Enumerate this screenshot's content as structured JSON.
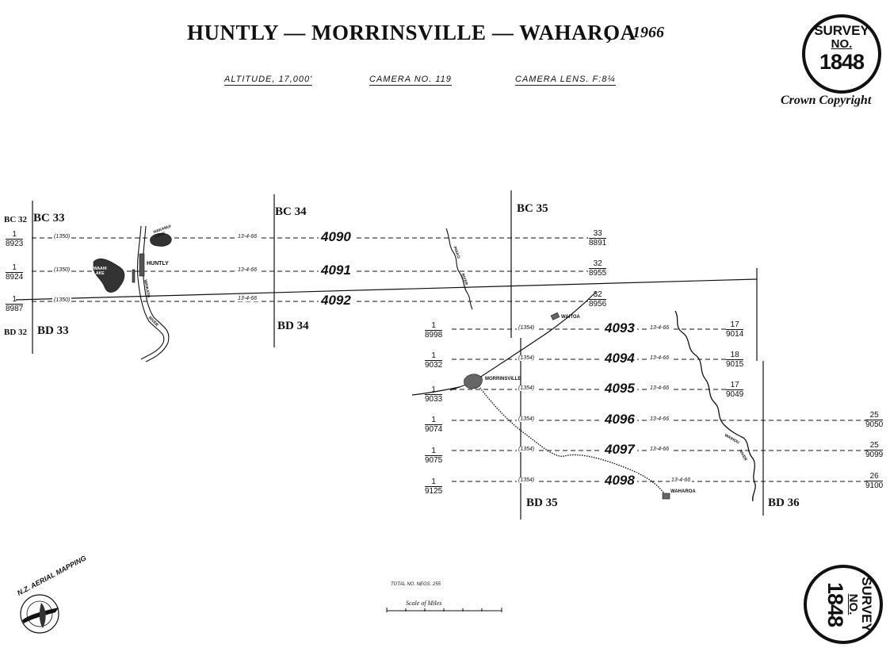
{
  "header": {
    "title": "HUNTLY — MORRINSVILLE — WAHAROA",
    "year_sep": ",",
    "year": "1966",
    "altitude": "ALTITUDE, 17,000'",
    "camera_no": "CAMERA NO. 119",
    "camera_lens": "CAMERA LENS. F:8¼",
    "copyright": "Crown Copyright"
  },
  "stamps": {
    "survey_word": "SURVEY",
    "no_word": "NO.",
    "number": "1848"
  },
  "sheets": [
    "BC 32",
    "BC 33",
    "BC 34",
    "BC 35",
    "BD 32",
    "BD 33",
    "BD 34",
    "BD 35",
    "BD 36"
  ],
  "runs": [
    {
      "run": "4090",
      "date": "13-4-66",
      "code": "(1350)",
      "start_num": "1",
      "start_den": "8923",
      "end_num": "33",
      "end_den": "8891"
    },
    {
      "run": "4091",
      "date": "13-4-66",
      "code": "(1350)",
      "start_num": "1",
      "start_den": "8924",
      "end_num": "32",
      "end_den": "8955"
    },
    {
      "run": "4092",
      "date": "13-4-66",
      "code": "(1350)",
      "start_num": "1",
      "start_den": "8987",
      "end_num": "32",
      "end_den": "8956"
    },
    {
      "run": "4093",
      "date": "13-4-66",
      "code": "(1354)",
      "start_num": "1",
      "start_den": "8998",
      "end_num": "17",
      "end_den": "9014"
    },
    {
      "run": "4094",
      "date": "13-4-66",
      "code": "(1354)",
      "start_num": "1",
      "start_den": "9032",
      "end_num": "18",
      "end_den": "9015"
    },
    {
      "run": "4095",
      "date": "13-4-66",
      "code": "(1354)",
      "start_num": "1",
      "start_den": "9033",
      "end_num": "17",
      "end_den": "9049"
    },
    {
      "run": "4096",
      "date": "13-4-66",
      "code": "(1354)",
      "start_num": "1",
      "start_den": "9074",
      "end_num": "25",
      "end_den": "9050"
    },
    {
      "run": "4097",
      "date": "13-4-66",
      "code": "(1354)",
      "start_num": "1",
      "start_den": "9075",
      "end_num": "25",
      "end_den": "9099"
    },
    {
      "run": "4098",
      "date": "13-4-66",
      "code": "(1354)",
      "start_num": "1",
      "start_den": "9125",
      "end_num": "26",
      "end_den": "9100"
    }
  ],
  "places": {
    "huntly": "HUNTLY",
    "hakanui_lake": "HAKANUI LAKE",
    "waahi_lake": "WAAHI LAKE",
    "waikato_river": "WAIKATO",
    "river_word": "RIVER",
    "piako_river": "PIAKO",
    "waitoa": "WAITOA",
    "morrinsville": "MORRINSVILLE",
    "waharoa": "WAHAROA",
    "waihou_river": "WAIHOU"
  },
  "footer": {
    "logo_text": "N.Z. AERIAL MAPPING",
    "total_no": "TOTAL NO. NEGS. 255",
    "scale_label": "Scale of Miles"
  },
  "colors": {
    "ink": "#111111",
    "paper": "#ffffff"
  }
}
